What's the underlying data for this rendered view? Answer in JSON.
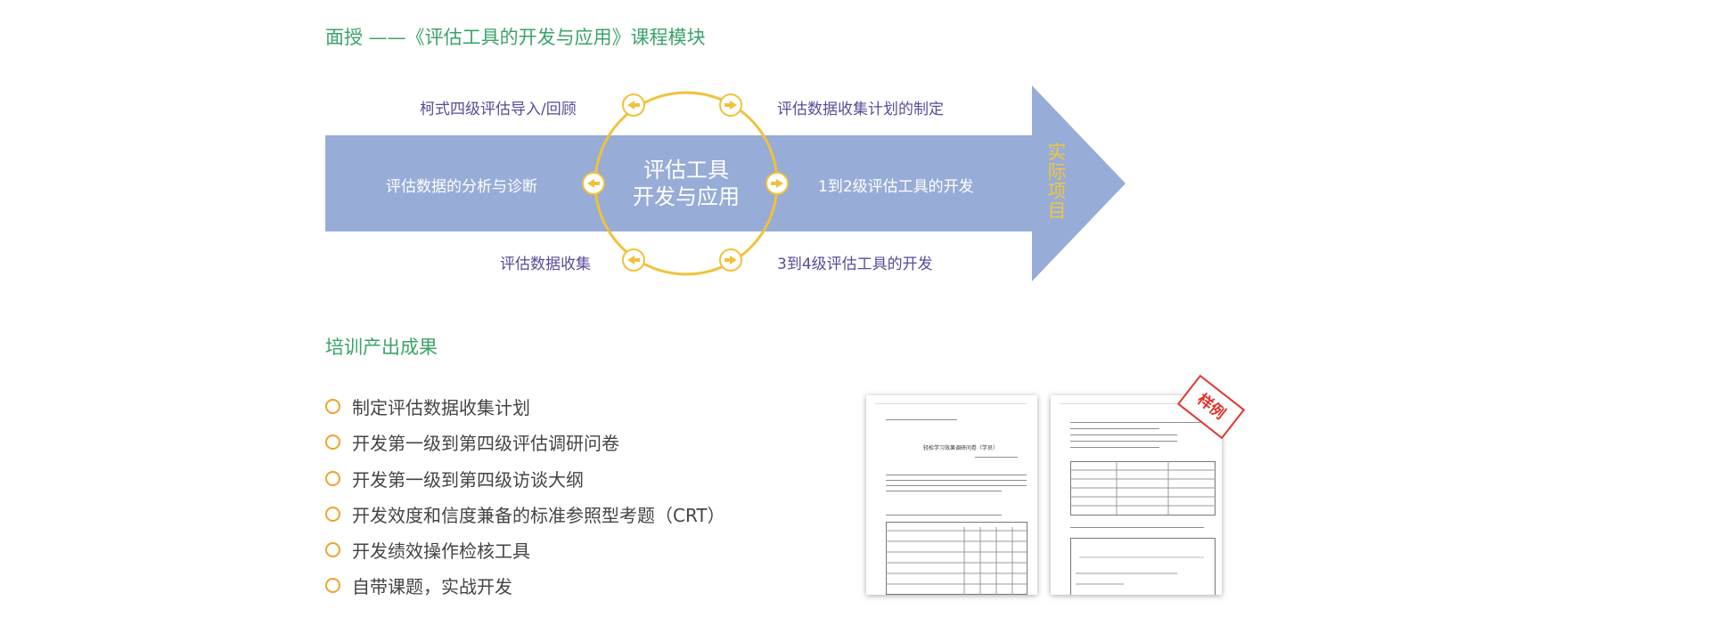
{
  "section1": {
    "title": "面授 ——《评估工具的开发与应用》课程模块"
  },
  "diagram": {
    "center_line1": "评估工具",
    "center_line2": "开发与应用",
    "vertical_tag": [
      "实",
      "际",
      "项",
      "目"
    ],
    "labels": {
      "top_left": "柯式四级评估导入/回顾",
      "top_right": "评估数据收集计划的制定",
      "mid_left": "评估数据的分析与诊断",
      "mid_right": "1到2级评估工具的开发",
      "bottom_left": "评估数据收集",
      "bottom_right": "3到4级评估工具的开发"
    },
    "colors": {
      "band": "#97acd7",
      "ring": "#f1c13b",
      "label": "#5b4a9a",
      "tag": "#f1c63b"
    }
  },
  "section2": {
    "title": "培训产出成果"
  },
  "outcomes": [
    "制定评估数据收集计划",
    "开发第一级到第四级评估调研问卷",
    "开发第一级到第四级访谈大纲",
    "开发效度和信度兼备的标准参照型考题（CRT）",
    "开发绩效操作检核工具",
    "自带课题，实战开发"
  ],
  "sample": {
    "stamp": "样例",
    "doc_title": "轻松学习效果调研问卷（学员）"
  }
}
